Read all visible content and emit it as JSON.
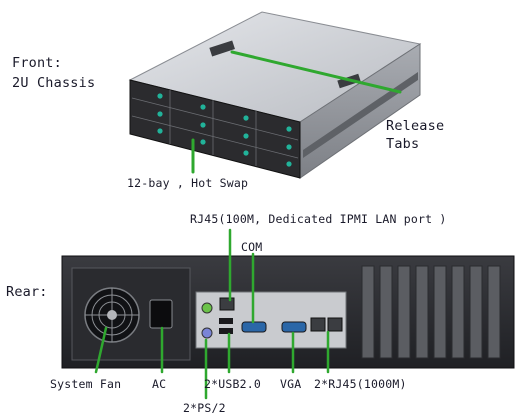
{
  "labels": {
    "front_line1": "Front:",
    "front_line2": "2U Chassis",
    "release_line1": "Release",
    "release_line2": "Tabs",
    "bay": "12-bay , Hot Swap",
    "rj45_ipmi": "RJ45(100M, Dedicated IPMI LAN port )",
    "com": "COM",
    "rear": "Rear:",
    "system_fan": "System Fan",
    "ac": "AC",
    "usb": "2*USB2.0",
    "vga": "VGA",
    "rj45_1000m": "2*RJ45(1000M)",
    "ps2": "2*PS/2"
  },
  "colors": {
    "callout_line": "#2fa82f",
    "chassis_dark": "#2b2b2e",
    "chassis_light": "#d6d8dc",
    "bay_led": "#21b39a",
    "port_green": "#6bc24a"
  }
}
